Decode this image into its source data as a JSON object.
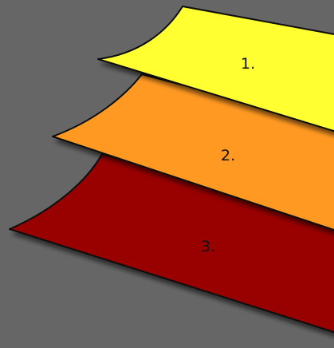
{
  "background_color": "#666666",
  "layers": [
    {
      "label": "1.",
      "color": "#ffff33"
    },
    {
      "label": "2.",
      "color": "#ff9922"
    },
    {
      "label": "3.",
      "color": "#990000"
    }
  ]
}
